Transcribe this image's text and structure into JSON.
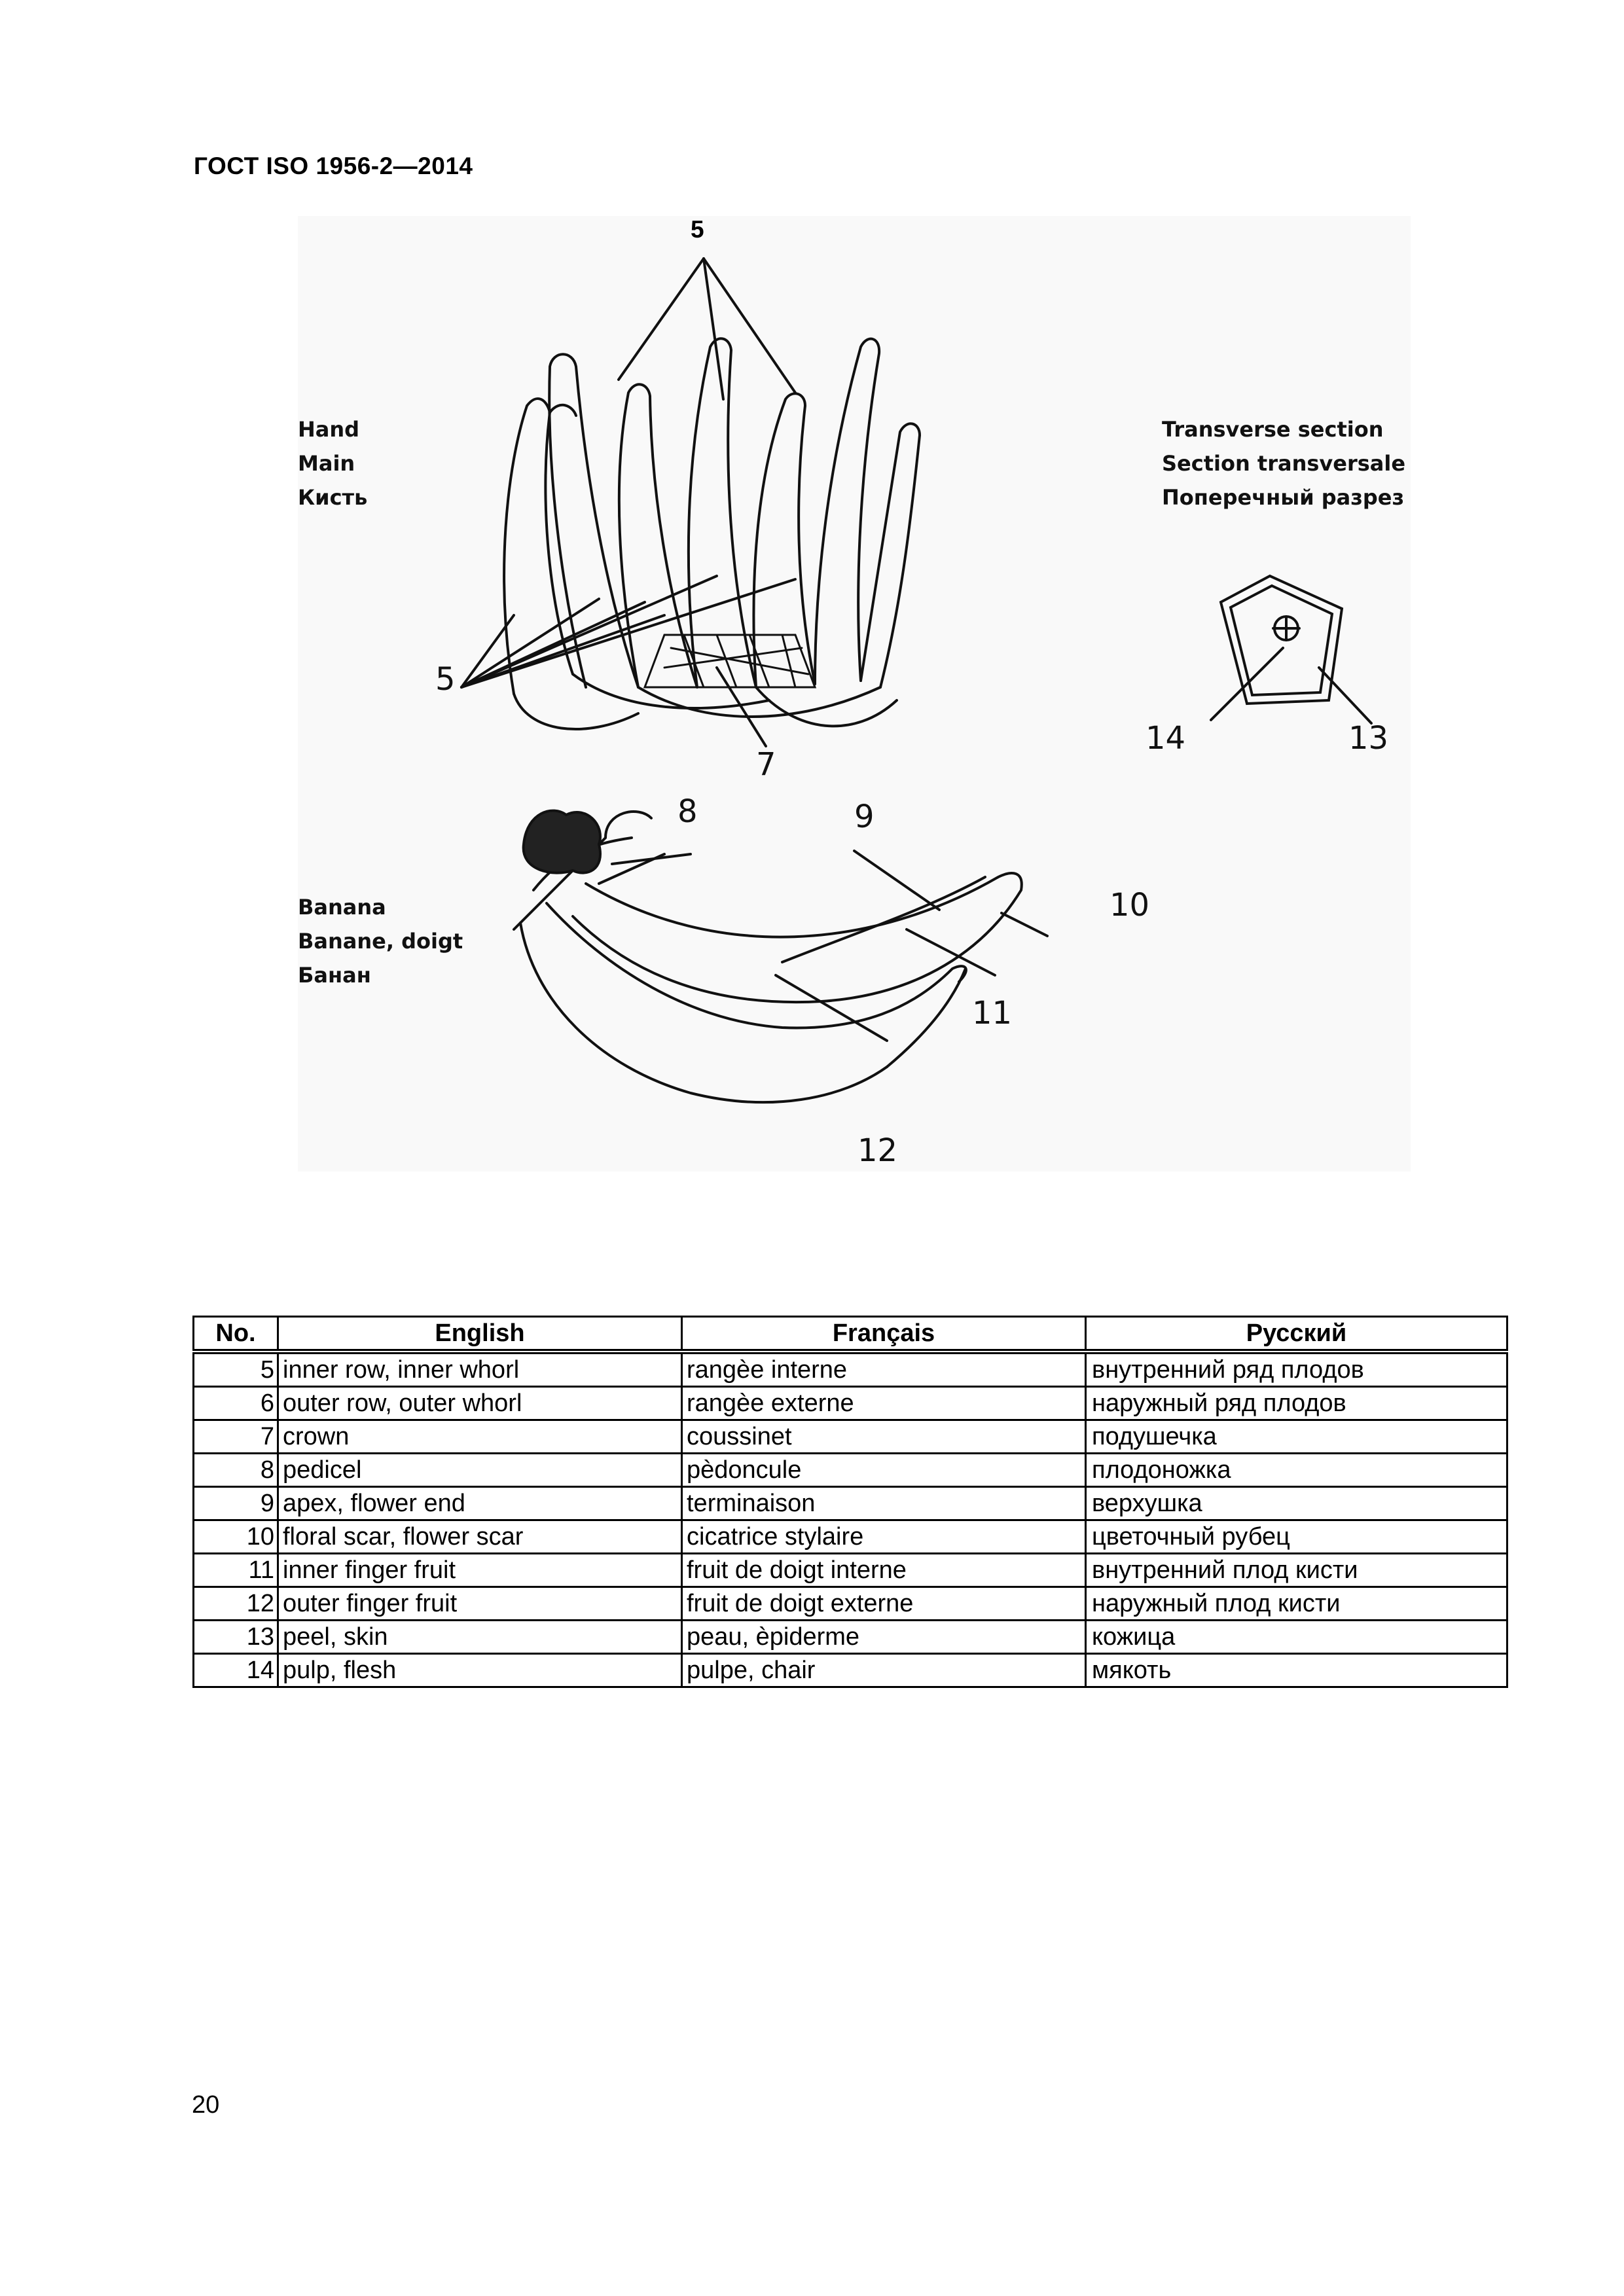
{
  "header": {
    "standard": "ГОСТ ISO 1956-2—2014"
  },
  "figure": {
    "top_label": "5",
    "hand_label": [
      "Hand",
      "Main",
      "Кисть"
    ],
    "section_label": [
      "Transverse section",
      "Section transversale",
      "Поперечный разрез"
    ],
    "banana_label": [
      "Banana",
      "Banane, doigt",
      "Банан"
    ],
    "callouts": {
      "c5": "5",
      "c7": "7",
      "c8": "8",
      "c9": "9",
      "c10": "10",
      "c11": "11",
      "c12": "12",
      "c13": "13",
      "c14": "14"
    }
  },
  "table": {
    "headers": [
      "No.",
      "English",
      "Français",
      "Русский"
    ],
    "rows": [
      {
        "no": "5",
        "en": "inner row, inner whorl",
        "fr": "rangèe interne",
        "ru": "внутренний ряд плодов"
      },
      {
        "no": "6",
        "en": "outer row, outer whorl",
        "fr": "rangèe externe",
        "ru": "наружный ряд плодов"
      },
      {
        "no": "7",
        "en": "crown",
        "fr": "coussinet",
        "ru": "подушечка"
      },
      {
        "no": "8",
        "en": "pedicel",
        "fr": "pèdoncule",
        "ru": "плодоножка"
      },
      {
        "no": "9",
        "en": "apex, flower end",
        "fr": "terminaison",
        "ru": "верхушка"
      },
      {
        "no": "10",
        "en": "floral scar, flower scar",
        "fr": "cicatrice stylaire",
        "ru": "цветочный рубец"
      },
      {
        "no": "11",
        "en": "inner finger fruit",
        "fr": "fruit de doigt interne",
        "ru": "внутренний плод кисти"
      },
      {
        "no": "12",
        "en": "outer finger fruit",
        "fr": "fruit de doigt externe",
        "ru": "наружный плод кисти"
      },
      {
        "no": "13",
        "en": "peel, skin",
        "fr": "peau, èpiderme",
        "ru": "кожица"
      },
      {
        "no": "14",
        "en": "pulp, flesh",
        "fr": "pulpe, chair",
        "ru": "мякоть"
      }
    ]
  },
  "footer": {
    "page_number": "20"
  }
}
